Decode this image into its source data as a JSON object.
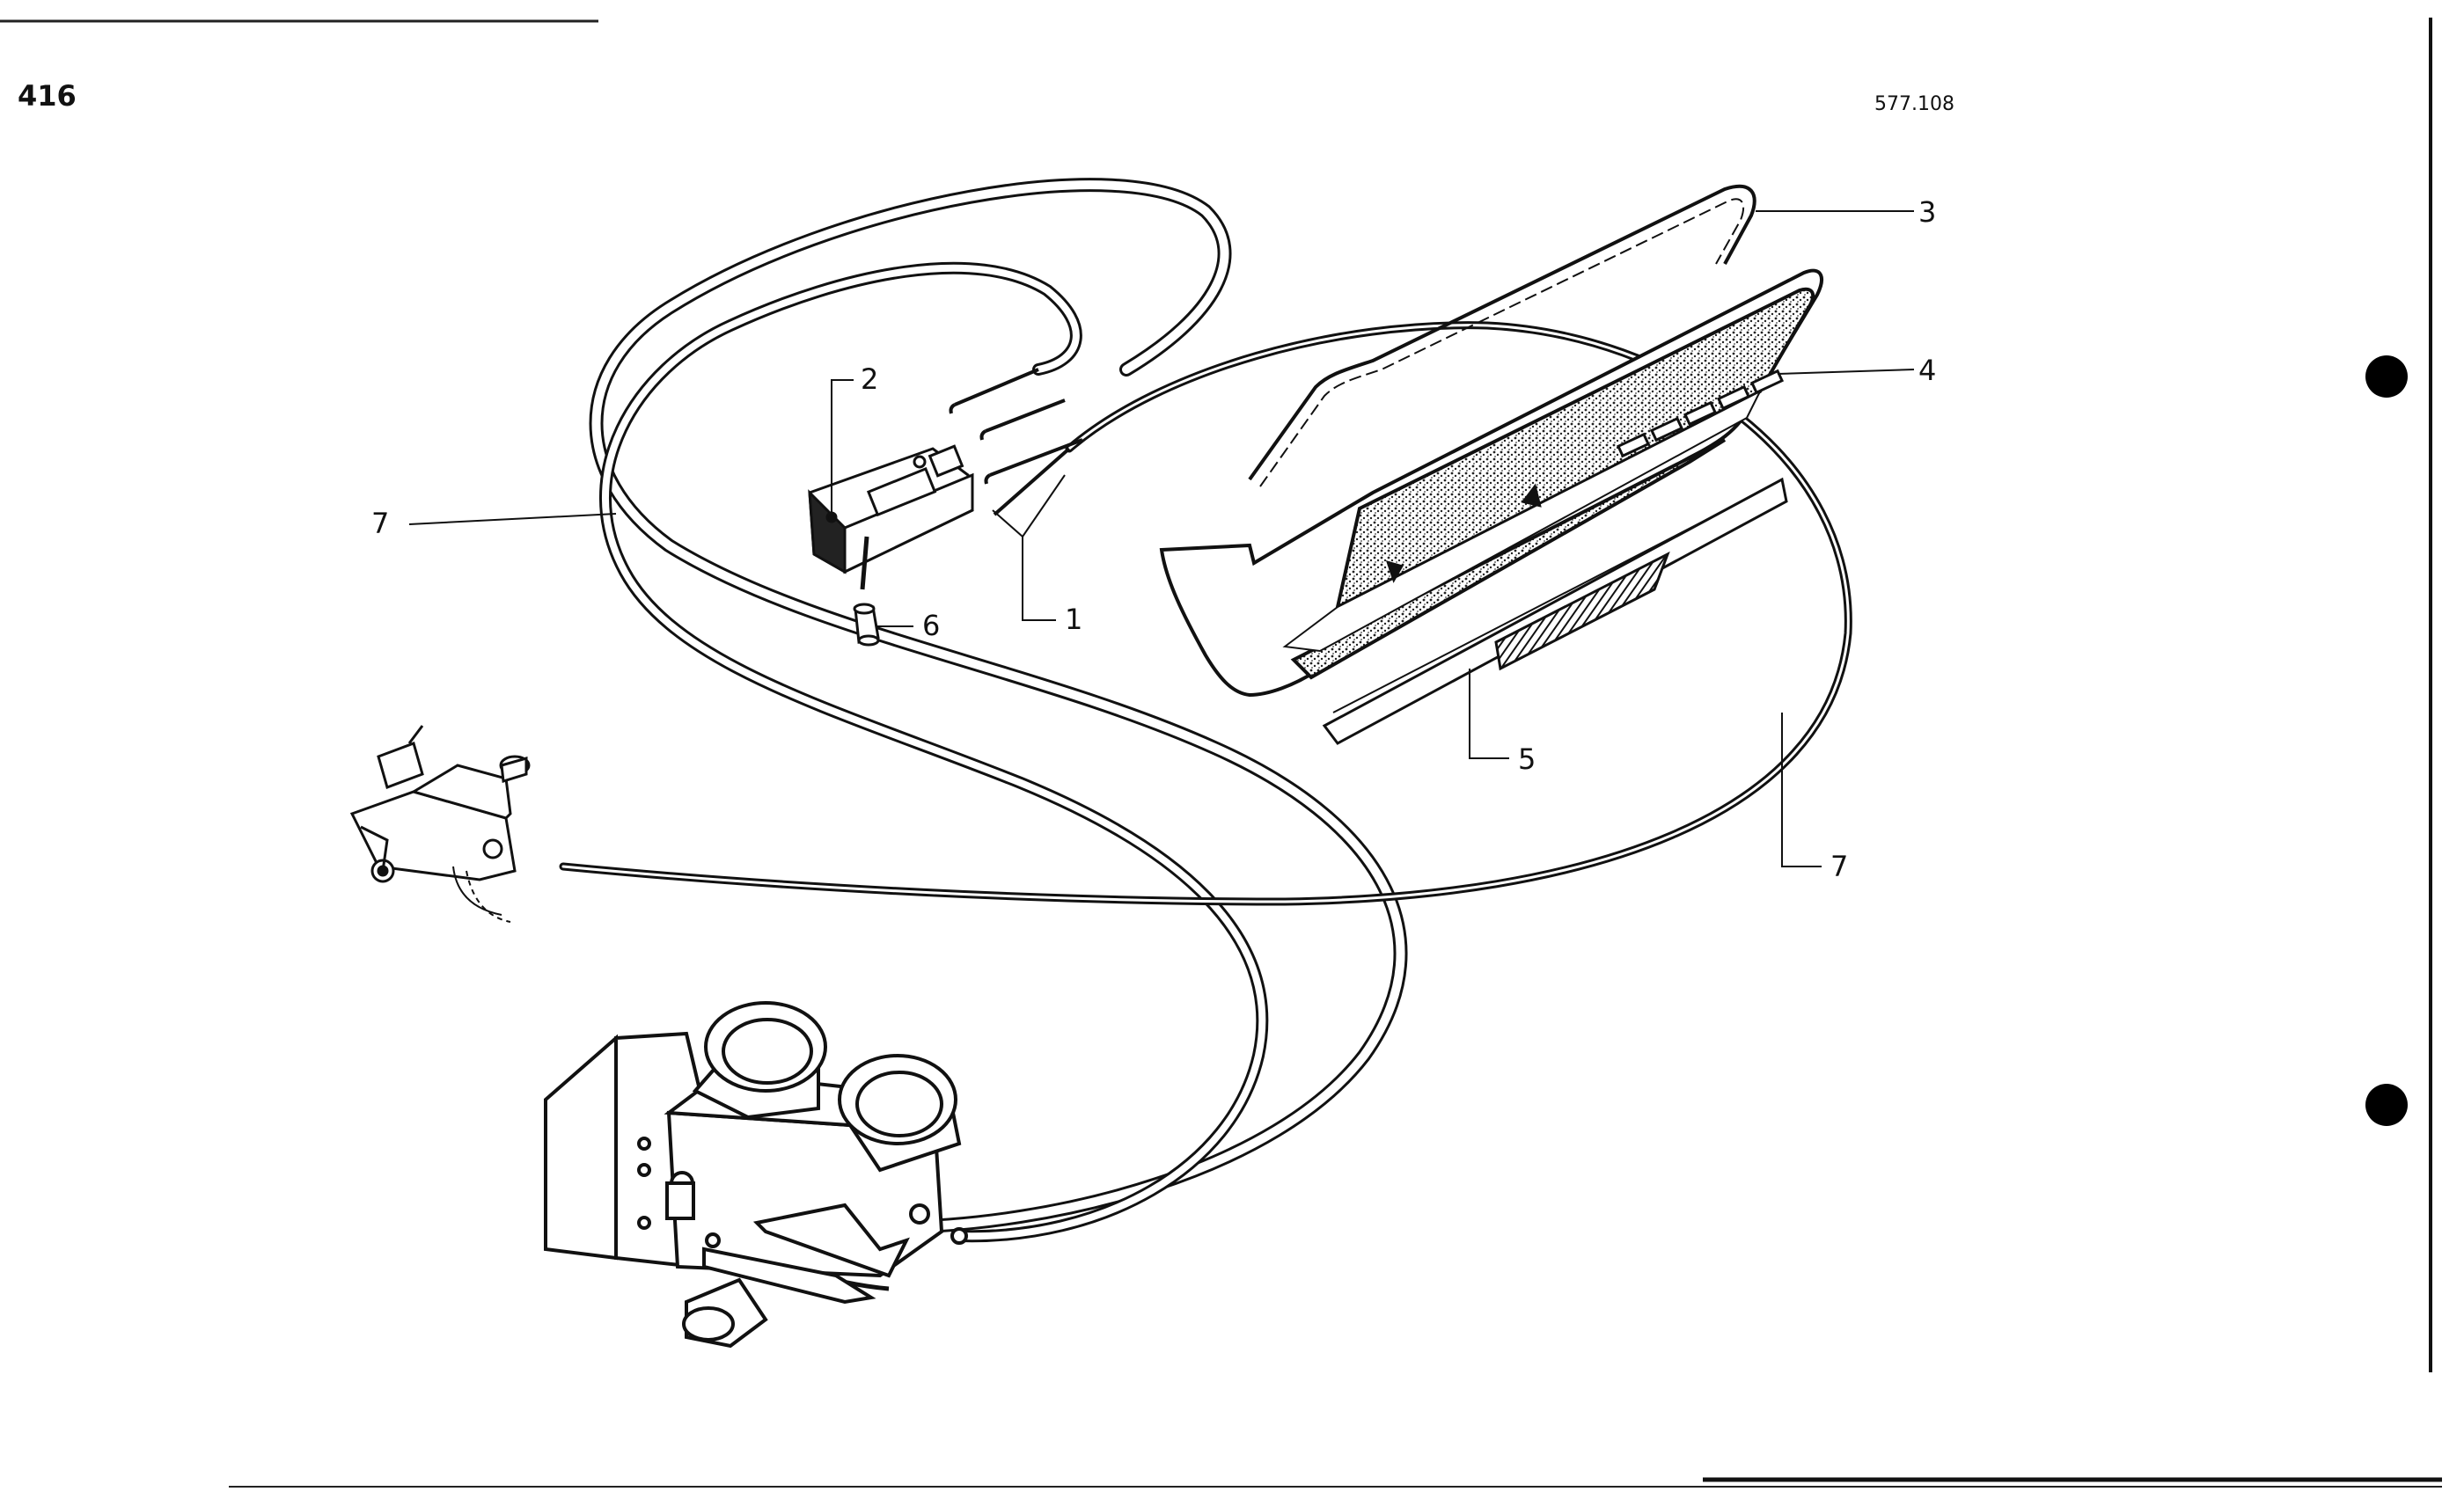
{
  "page": {
    "number": "416",
    "drawing_ref": "577.108"
  },
  "callouts": [
    {
      "id": "1",
      "label": "1"
    },
    {
      "id": "2",
      "label": "2"
    },
    {
      "id": "3",
      "label": "3"
    },
    {
      "id": "4",
      "label": "4"
    },
    {
      "id": "5",
      "label": "5"
    },
    {
      "id": "6",
      "label": "6"
    },
    {
      "id": "7a",
      "label": "7"
    },
    {
      "id": "7b",
      "label": "7"
    }
  ],
  "colors": {
    "ink": "#111111",
    "paper": "#ffffff",
    "texture": "#555555"
  }
}
